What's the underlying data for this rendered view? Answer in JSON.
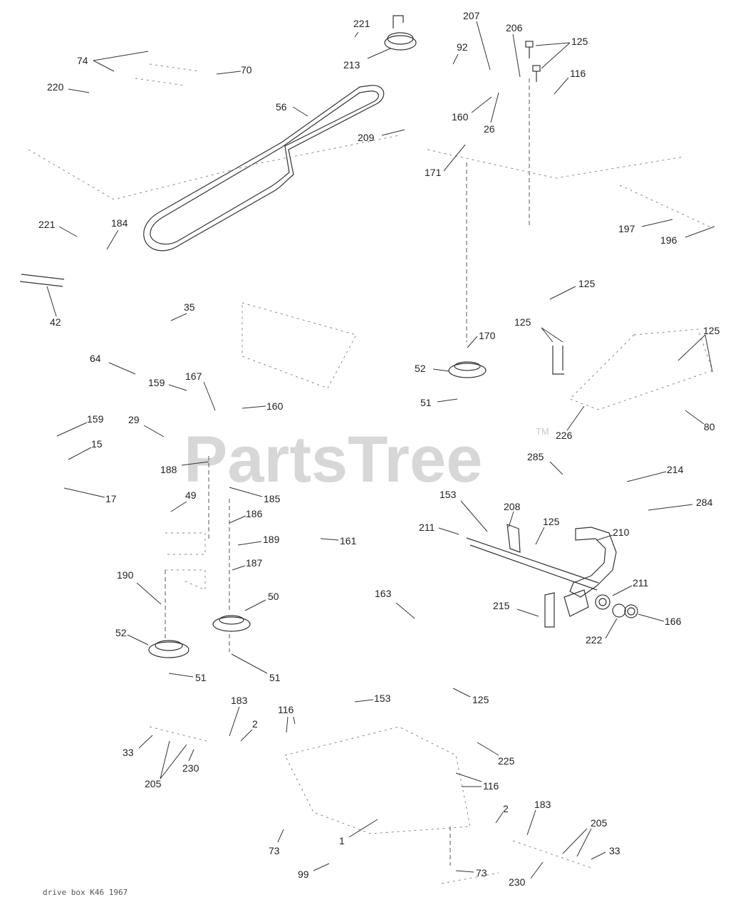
{
  "watermark": {
    "text": "PartsTree",
    "trademark": "TM"
  },
  "footer": "drive box K46 1967",
  "callouts": [
    "221",
    "213",
    "207",
    "206",
    "125",
    "92",
    "116",
    "74",
    "70",
    "220",
    "56",
    "160",
    "26",
    "209",
    "171",
    "197",
    "196",
    "221",
    "184",
    "42",
    "35",
    "125",
    "125",
    "125",
    "170",
    "52",
    "64",
    "159",
    "167",
    "160",
    "51",
    "226",
    "80",
    "159",
    "29",
    "15",
    "17",
    "188",
    "185",
    "49",
    "186",
    "189",
    "161",
    "187",
    "285",
    "214",
    "284",
    "153",
    "208",
    "125",
    "210",
    "211",
    "211",
    "215",
    "163",
    "190",
    "50",
    "52",
    "51",
    "51",
    "222",
    "166",
    "183",
    "2",
    "33",
    "205",
    "230",
    "153",
    "125",
    "116",
    "225",
    "116",
    "2",
    "183",
    "205",
    "33",
    "73",
    "1",
    "73",
    "99",
    "230"
  ]
}
